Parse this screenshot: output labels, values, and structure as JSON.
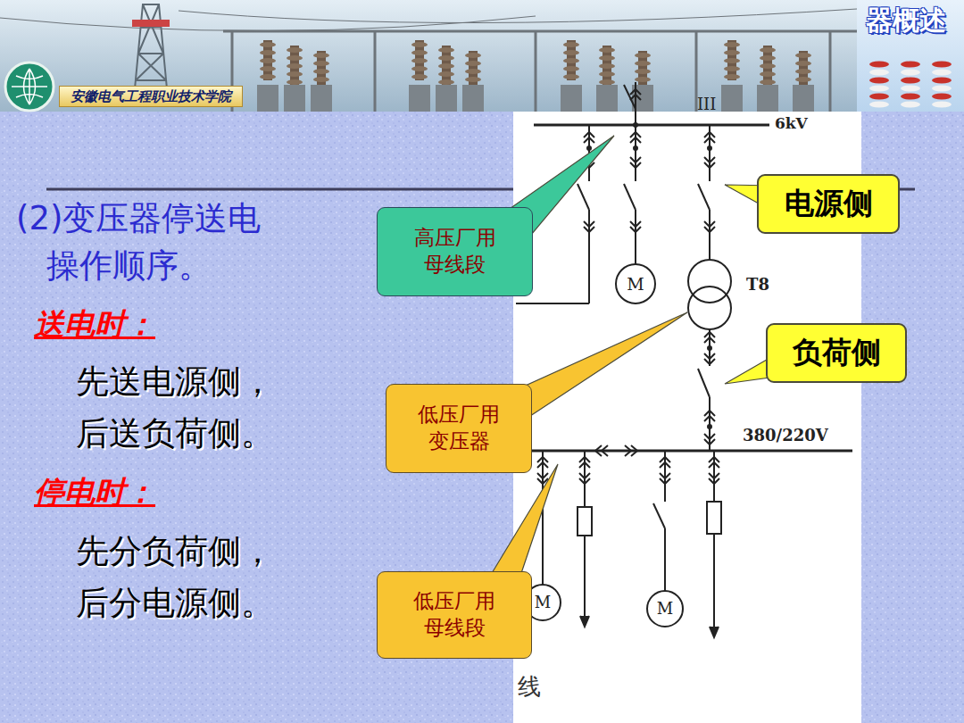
{
  "diagram": {
    "title": "(2)变压器停送电 操作顺序。",
    "nodes": [
      {
        "text": [
          "高压厂用 母线段"
        ]
      },
      {
        "text": [
          "电源侧"
        ]
      },
      {
        "text": [
          "负荷侧"
        ]
      },
      {
        "text": [
          "低压厂用 变压器"
        ]
      },
      {
        "text": [
          "低压厂用 母线段"
        ]
      }
    ],
    "labels": [
      "安徽电气工程职业技术学院",
      "器概述",
      "送电时：",
      "先送电源侧，",
      "后送负荷侧。",
      "停电时：",
      "先分负荷侧，",
      "后分电源侧。",
      "III",
      "6kV",
      "T8",
      "380/220V",
      "M",
      "M",
      "M",
      "线"
    ]
  }
}
